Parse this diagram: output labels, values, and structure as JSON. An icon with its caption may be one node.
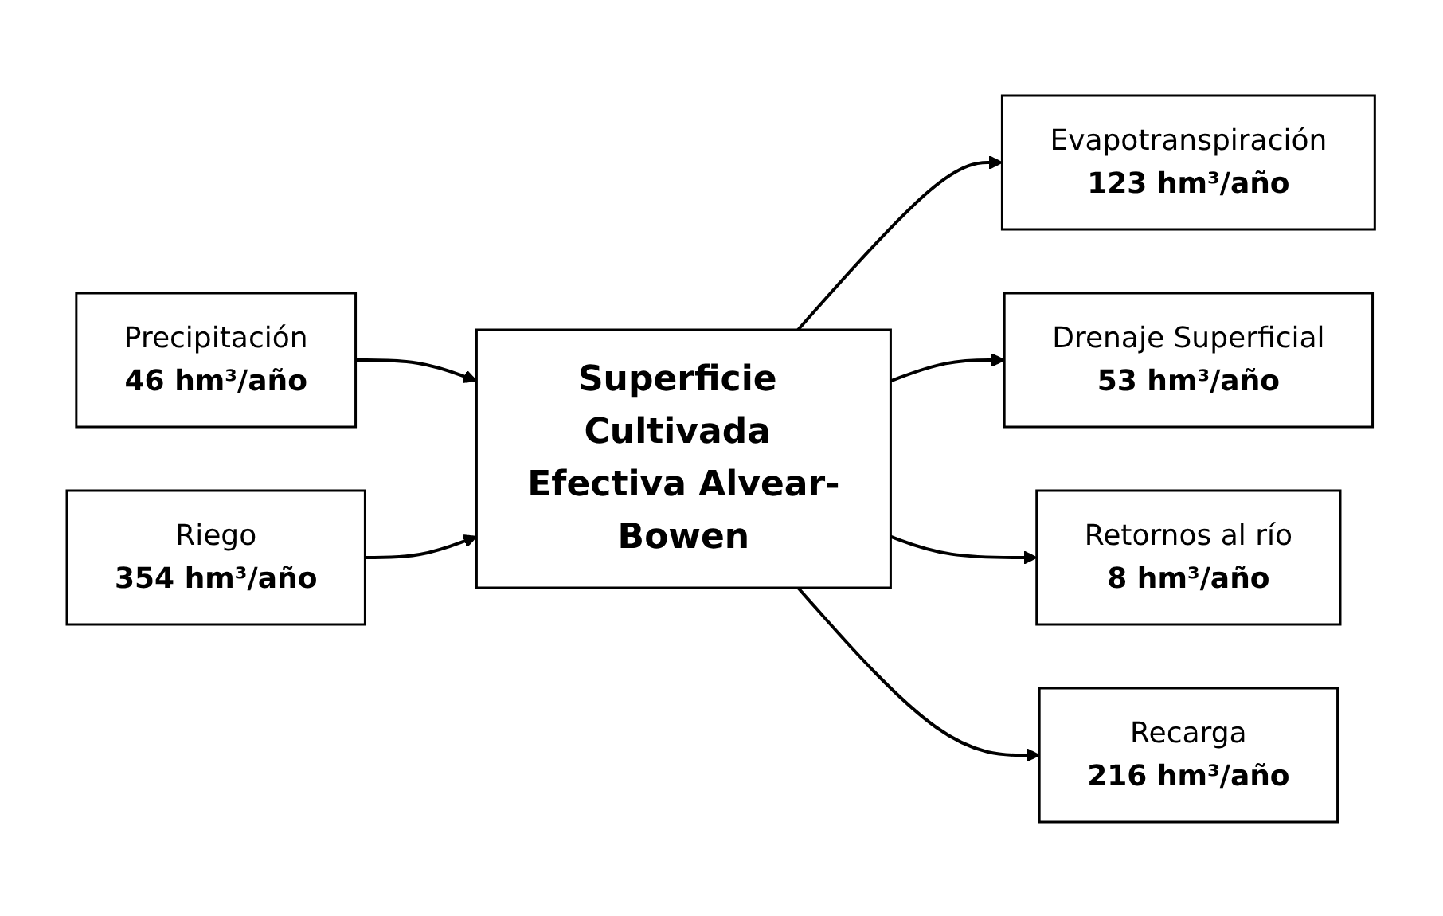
{
  "diagram": {
    "nodes": [
      {
        "text": [
          "Precipitación",
          "46 hm³/año"
        ]
      },
      {
        "text": [
          "Evapotranspiración",
          "123 hm³/año"
        ]
      },
      {
        "text": [
          "Riego",
          "354 hm³/año"
        ]
      },
      {
        "text": [
          "Superficie Cultivada Efectiva Alvear-Bowen"
        ]
      },
      {
        "text": [
          "Drenaje Superficial",
          "53 hm³/año"
        ]
      },
      {
        "text": [
          "Retornos al río",
          "8 hm³/año"
        ]
      },
      {
        "text": [
          "Recarga",
          "216 hm³/año"
        ]
      }
    ],
    "edges": [
      {
        "from": 0,
        "to": 3,
        "arrow": "to"
      },
      {
        "from": 3,
        "to": 1,
        "arrow": "to"
      },
      {
        "from": 2,
        "to": 3,
        "arrow": "to"
      },
      {
        "from": 3,
        "to": 4,
        "arrow": "to"
      },
      {
        "from": 3,
        "to": 5,
        "arrow": "to"
      },
      {
        "from": 3,
        "to": 6,
        "arrow": "to"
      }
    ]
  }
}
